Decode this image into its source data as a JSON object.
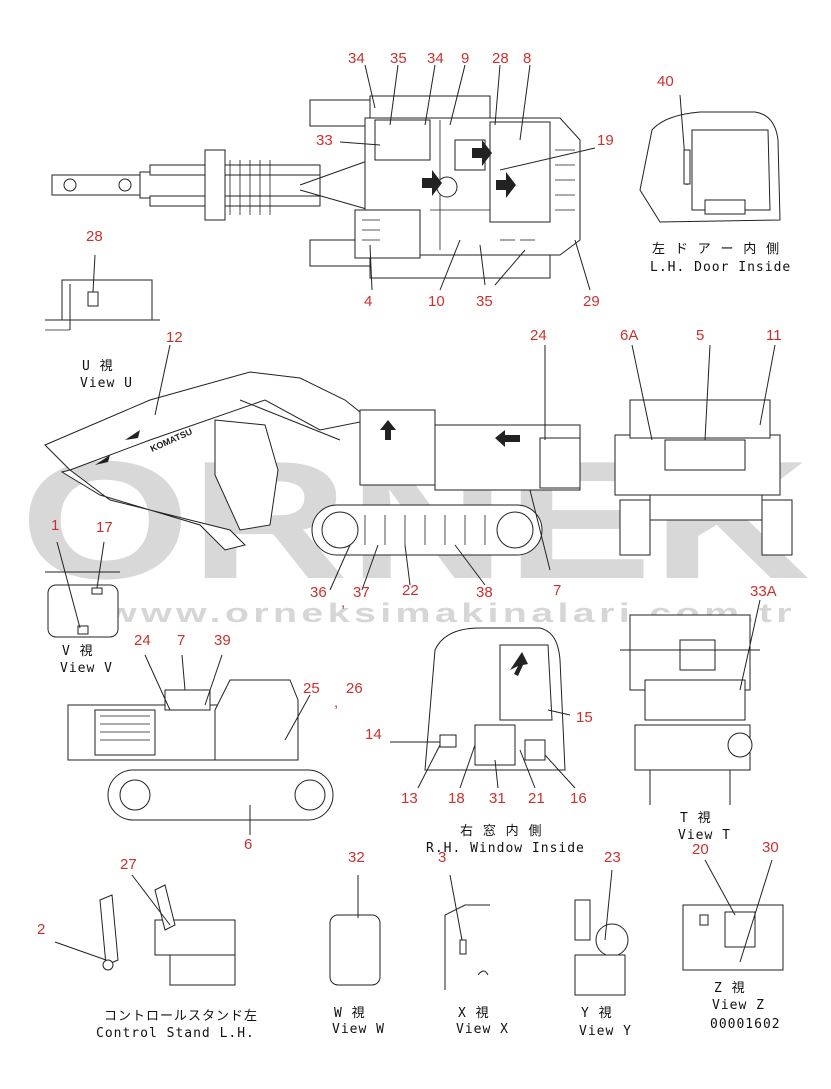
{
  "watermark": {
    "brand": "ORNEK",
    "url": "www.orneksimakinalari.com.tr"
  },
  "drawing_number": "00001602",
  "captions": {
    "door_jp": "左 ド ア ー 内 側",
    "door_en": "L.H. Door Inside",
    "view_u_jp": "U  視",
    "view_u_en": "View U",
    "view_v_jp": "V  視",
    "view_v_en": "View V",
    "window_jp": "右 窓 内 側",
    "window_en": "R.H. Window Inside",
    "view_t_jp": "T  視",
    "view_t_en": "View T",
    "control_jp": "コントロールスタンド左",
    "control_en": "Control Stand L.H.",
    "view_w_jp": "W  視",
    "view_w_en": "View W",
    "view_x_jp": "X  視",
    "view_x_en": "View X",
    "view_y_jp": "Y  視",
    "view_y_en": "View Y",
    "view_z_jp": "Z  視",
    "view_z_en": "View Z"
  },
  "machine_logo": "KOMATSU",
  "callouts": {
    "c34a": "34",
    "c35a": "35",
    "c34b": "34",
    "c9": "9",
    "c28a": "28",
    "c8": "8",
    "c33": "33",
    "c19": "19",
    "c40": "40",
    "c4": "4",
    "c10": "10",
    "c35b": "35",
    "c29": "29",
    "c28b": "28",
    "c12": "12",
    "c24a": "24",
    "c6A": "6A",
    "c5": "5",
    "c11": "11",
    "c1": "1",
    "c17": "17",
    "c36": "36",
    "c37": "37",
    "c22": "22",
    "c38": "38",
    "c7a": "7",
    "c33A": "33A",
    "c24b": "24",
    "c7b": "7",
    "c39": "39",
    "c25": "25",
    "c26": "26",
    "c14": "14",
    "c15": "15",
    "c13": "13",
    "c18": "18",
    "c31": "31",
    "c21": "21",
    "c16": "16",
    "c6": "6",
    "c27": "27",
    "c32": "32",
    "c3": "3",
    "c23": "23",
    "c20": "20",
    "c30": "30",
    "c2": "2",
    "comma_a": ",",
    "comma_b": ","
  }
}
